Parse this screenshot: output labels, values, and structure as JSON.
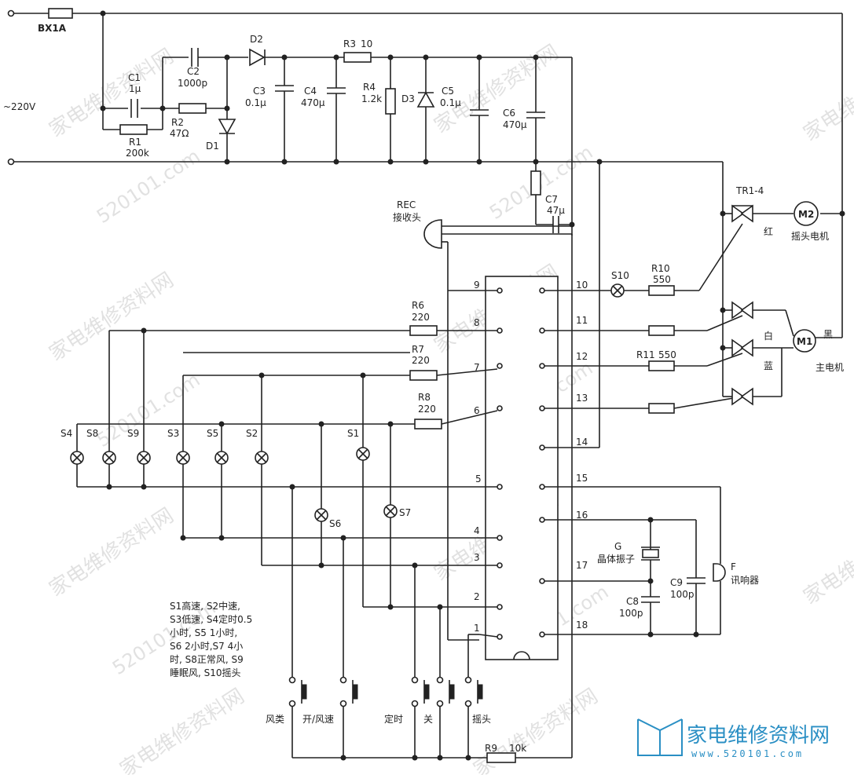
{
  "labels": {
    "fuse": "BX1A",
    "ac_in": "~220V",
    "c1": "C1",
    "c1_val": "1μ",
    "c2": "C2",
    "c2_val": "1000p",
    "r1": "R1",
    "r1_val": "200k",
    "r2": "R2",
    "r2_val": "47Ω",
    "d1": "D1",
    "d2": "D2",
    "d3": "D3",
    "r3": "R3",
    "r3_val": "10",
    "c3": "C3",
    "c3_val": "0.1μ",
    "c4": "C4",
    "c4_val": "470μ",
    "r4": "R4",
    "r4_val": "1.2k",
    "c5": "C5",
    "c5_val": "0.1μ",
    "c6": "C6",
    "c6_val": "470μ",
    "c7": "C7",
    "c7_val": "47μ",
    "rec": "REC",
    "rec_cn": "接收头",
    "tr": "TR1-4",
    "m2": "M2",
    "m2_name": "摇头电机",
    "m1": "M1",
    "m1_name": "主电机",
    "red": "红",
    "white": "白",
    "blue": "蓝",
    "black": "黑",
    "s10": "S10",
    "r10": "R10",
    "r10_val": "550",
    "r11": "R11",
    "r11_val": "550",
    "r6": "R6",
    "r6_val": "220",
    "r7": "R7",
    "r7_val": "220",
    "r8": "R8",
    "r8_val": "220",
    "r9": "R9",
    "r9_val": "10k",
    "g": "G",
    "g_name": "晶体振子",
    "c8": "C8",
    "c8_val": "100p",
    "c9": "C9",
    "c9_val": "100p",
    "f": "F",
    "f_name": "讯响器",
    "s4": "S4",
    "s8": "S8",
    "s9": "S9",
    "s3": "S3",
    "s5": "S5",
    "s2": "S2",
    "s1": "S1",
    "s6": "S6",
    "s7": "S7",
    "btn_mode": "风类",
    "btn_power": "开/风速",
    "btn_timer": "定时",
    "btn_off": "关",
    "btn_swing": "摇头",
    "pins": [
      "1",
      "2",
      "3",
      "4",
      "5",
      "6",
      "7",
      "8",
      "9",
      "10",
      "11",
      "12",
      "13",
      "14",
      "15",
      "16",
      "17",
      "18"
    ]
  },
  "legend_lines": [
    "S1高速, S2中速,",
    "S3低速, S4定时0.5",
    "小时, S5 1小时,",
    "S6 2小时,S7 4小",
    "时, S8正常风, S9",
    "睡眠风, S10摇头"
  ],
  "watermark": {
    "cn": "家电维修资料网",
    "url": "520101.com"
  },
  "brand": {
    "name": "家电维修资料网",
    "url": "www.520101.com"
  }
}
